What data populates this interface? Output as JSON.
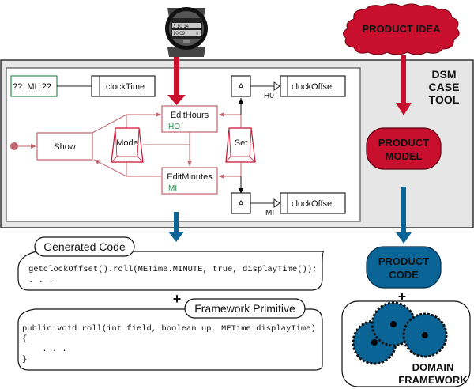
{
  "watch": {
    "line1": "3 10 14",
    "line2": "10 09",
    "badge": "M"
  },
  "product_idea": {
    "label": "PRODUCT IDEA"
  },
  "dsm_tool": {
    "label_lines": [
      "DSM",
      "CASE",
      "TOOL"
    ]
  },
  "product_model": {
    "label_lines": [
      "PRODUCT",
      "MODEL"
    ]
  },
  "product_code": {
    "label_lines": [
      "PRODUCT",
      "CODE"
    ]
  },
  "domain_framework": {
    "label_lines": [
      "DOMAIN",
      "FRAMEWORK"
    ],
    "plus": "+"
  },
  "model": {
    "display_box": "??: MI :??",
    "clock_time": "clockTime",
    "show": "Show",
    "mode": "Mode",
    "set": "Set",
    "edit_hours": "EditHours",
    "edit_hours_tag": "HO",
    "edit_minutes": "EditMinutes",
    "edit_minutes_tag": "MI",
    "action_top": "A",
    "action_bottom": "A",
    "offset_top": "clockOffset",
    "offset_bottom": "clockOffset",
    "offset_top_param": "H0",
    "offset_bottom_param": "MI"
  },
  "generated_code": {
    "title": "Generated Code",
    "lines": [
      "getclockOffset().roll(METime.MINUTE, true, displayTime());",
      ". . ."
    ]
  },
  "plus_sign": "+",
  "framework_primitive": {
    "title": "Framework Primitive",
    "lines": [
      "public void roll(int field, boolean up, METime displayTime)",
      "{",
      "    . . .",
      "}"
    ]
  },
  "colors": {
    "red": "#c8102e",
    "blue": "#0a6496",
    "pink": "#c0646e",
    "green": "#2a8a50",
    "panel": "#e6e6e6"
  }
}
